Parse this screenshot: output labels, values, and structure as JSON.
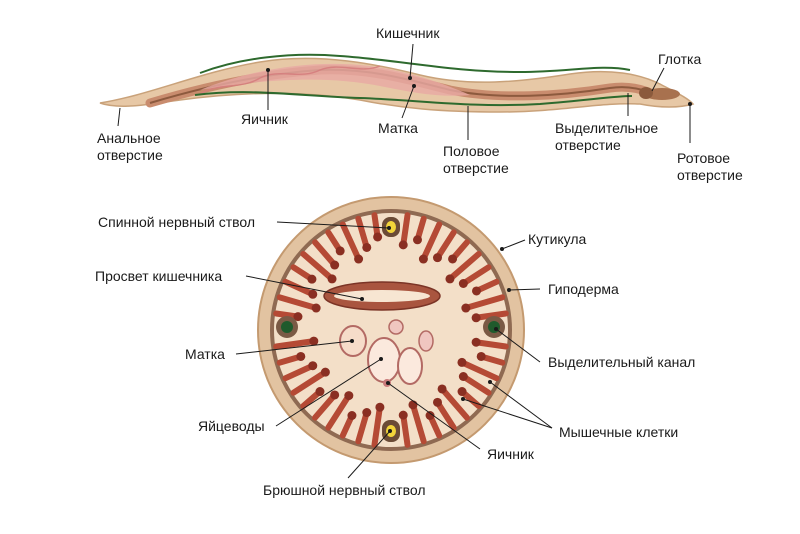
{
  "worm_labels": {
    "intestine": "Кишечник",
    "pharynx": "Глотка",
    "ovary": "Яичник",
    "uterus": "Матка",
    "anus": "Анальное\nотверстие",
    "genital_pore": "Половое\nотверстие",
    "excretory_pore": "Выделительное\nотверстие",
    "mouth": "Ротовое\nотверстие"
  },
  "section_labels": {
    "dorsal_nerve": "Спинной нервный ствол",
    "gut_lumen": "Просвет кишечника",
    "uterus": "Матка",
    "oviducts": "Яйцеводы",
    "ventral_nerve": "Брюшной нервный ствол",
    "cuticle": "Кутикула",
    "hypodermis": "Гиподерма",
    "excretory_canal": "Выделительный канал",
    "muscle_cells": "Мышечные клетки",
    "ovary": "Яичник"
  },
  "colors": {
    "body": "#d9b48f",
    "body_edge": "#c49a70",
    "muscle": "#b54a35",
    "muscle_dark": "#8a2f22",
    "cavity": "#f5e3cf",
    "gut": "#e6b3a8",
    "nerve": "#f2d43a",
    "canal": "#1f5a2c",
    "line": "#1a1a1a"
  }
}
